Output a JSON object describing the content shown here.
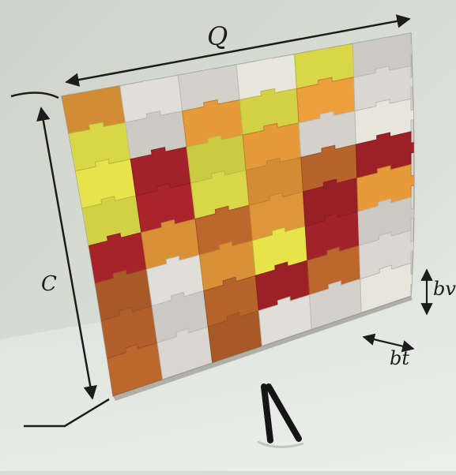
{
  "photo": {
    "subject": "interlocking-tile-panel",
    "colors": {
      "white": "#e2e1d9",
      "yellow": "#e2e04a",
      "orange": "#e89c3a",
      "red": "#a8232a",
      "brown": "#b9642c",
      "background": "#d9ddd5",
      "floor": "#e7ebe6"
    },
    "tile_grid": [
      [
        "orange",
        "white",
        "white",
        "white",
        "yellow",
        "white"
      ],
      [
        "yellow",
        "white",
        "orange",
        "yellow",
        "orange",
        "white"
      ],
      [
        "yellow",
        "red",
        "yellow",
        "orange",
        "white",
        "white"
      ],
      [
        "yellow",
        "red",
        "yellow",
        "orange",
        "brown",
        "red"
      ],
      [
        "red",
        "orange",
        "brown",
        "orange",
        "red",
        "orange"
      ],
      [
        "brown",
        "white",
        "orange",
        "yellow",
        "red",
        "white"
      ],
      [
        "brown",
        "white",
        "brown",
        "red",
        "brown",
        "white"
      ],
      [
        "brown",
        "white",
        "brown",
        "white",
        "white",
        "white"
      ]
    ]
  },
  "labels": {
    "q": "Q",
    "c": "C",
    "bv": "bv",
    "bt": "bt"
  }
}
